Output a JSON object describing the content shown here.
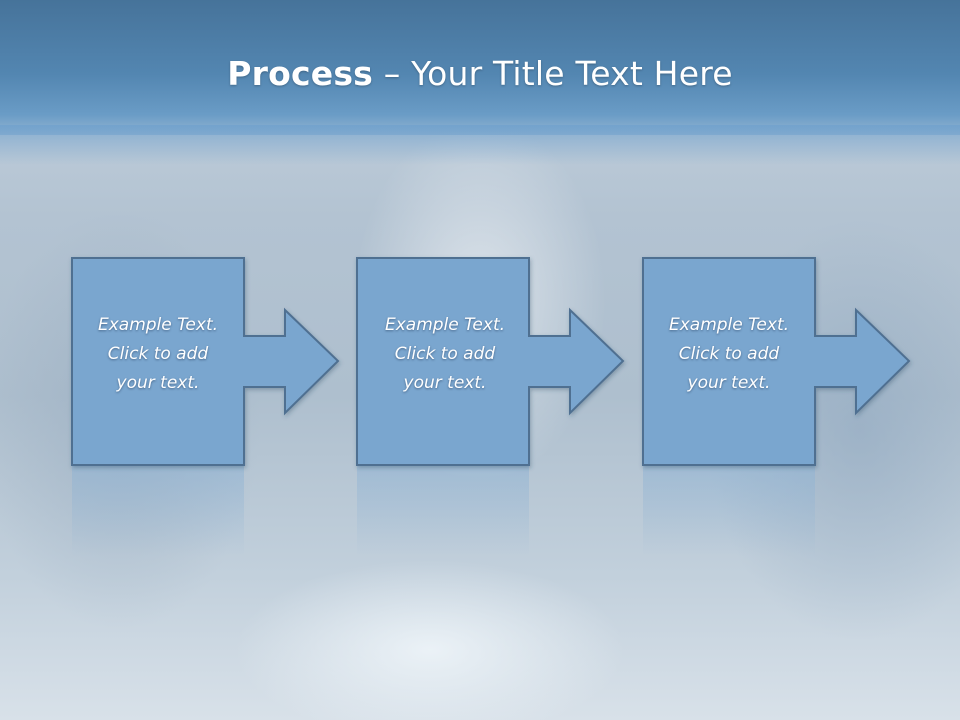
{
  "slide": {
    "title_bold": "Process",
    "title_rest": " – Your Title Text Here"
  },
  "steps": [
    {
      "line1": "Example Text.",
      "line2": "Click  to add",
      "line3": "your text."
    },
    {
      "line1": "Example Text.",
      "line2": "Click  to add",
      "line3": "your text."
    },
    {
      "line1": "Example Text.",
      "line2": "Click  to add",
      "line3": "your text."
    }
  ],
  "colors": {
    "title_band": "#5386b1",
    "shape_fill": "#7aa6cf",
    "shape_stroke": "#4f6f91",
    "text": "#ffffff"
  }
}
